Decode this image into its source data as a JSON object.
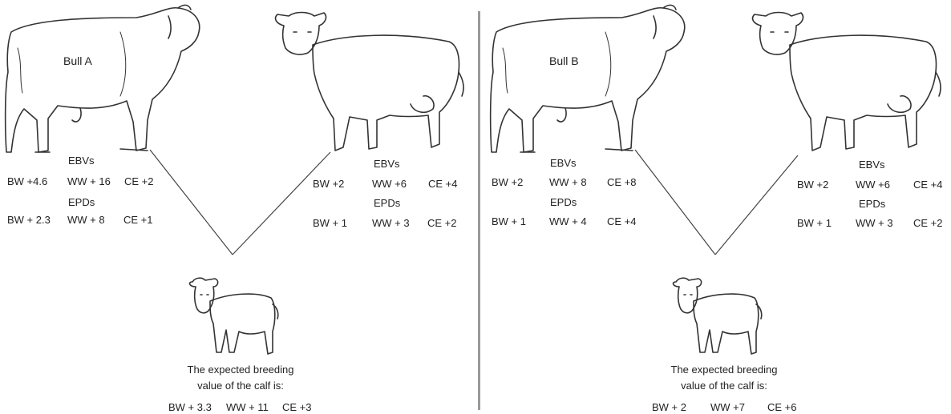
{
  "panels": [
    {
      "bull_label": "Bull A",
      "sire": {
        "ebv_title": "EBVs",
        "ebv": [
          "BW +4.6",
          "WW + 16",
          "CE +2"
        ],
        "epd_title": "EPDs",
        "epd": [
          "BW + 2.3",
          "WW + 8",
          "CE +1"
        ]
      },
      "dam": {
        "ebv_title": "EBVs",
        "ebv": [
          "BW +2",
          "WW +6",
          "CE +4"
        ],
        "epd_title": "EPDs",
        "epd": [
          "BW + 1",
          "WW + 3",
          "CE +2"
        ]
      },
      "calf": {
        "line1": "The expected breeding",
        "line2": "value of the calf is:",
        "values": [
          "BW + 3.3",
          "WW + 11",
          "CE +3"
        ]
      }
    },
    {
      "bull_label": "Bull  B",
      "sire": {
        "ebv_title": "EBVs",
        "ebv": [
          "BW +2",
          "WW + 8",
          "CE +8"
        ],
        "epd_title": "EPDs",
        "epd": [
          "BW + 1",
          "WW + 4",
          "CE +4"
        ]
      },
      "dam": {
        "ebv_title": "EBVs",
        "ebv": [
          "BW +2",
          "WW +6",
          "CE +4"
        ],
        "epd_title": "EPDs",
        "epd": [
          "BW + 1",
          "WW + 3",
          "CE +2"
        ]
      },
      "calf": {
        "line1": "The expected breeding",
        "line2": "value of the calf is:",
        "values": [
          "BW + 2",
          "WW +7",
          "CE +6"
        ]
      }
    }
  ]
}
